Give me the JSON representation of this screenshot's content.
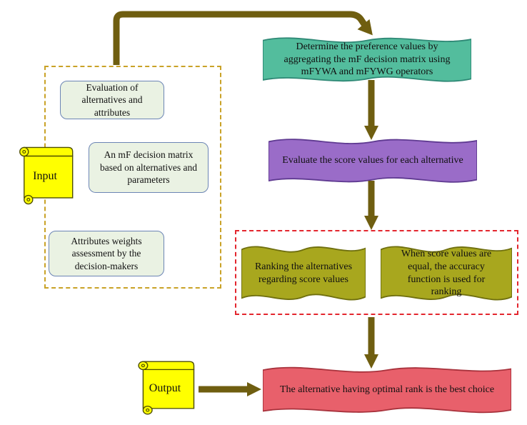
{
  "colors": {
    "teal_fill": "#53BD9D",
    "teal_stroke": "#2E8875",
    "purple_fill": "#9A6CC8",
    "purple_stroke": "#5F3A91",
    "olive_fill": "#A8A71E",
    "olive_stroke": "#6F6F0E",
    "red_fill": "#E8606B",
    "red_stroke": "#A8323C",
    "green_fill": "#EAF2E3",
    "green_stroke": "#6C85B5",
    "yellow_fill": "#FFFF00",
    "yellow_stroke": "#4D4D00",
    "arrow": "#6F5E10",
    "dashed_olive": "#C9A227",
    "dashed_red": "#E3262E",
    "text": "#111111"
  },
  "nodes": {
    "determine": "Determine the preference values by aggregating the mF decision matrix using mFYWA and mFYWG operators",
    "evaluate_score": "Evaluate the score values for each alternative",
    "ranking": "Ranking the alternatives regarding score values",
    "accuracy": "When score values are equal, the accuracy function is used for ranking",
    "best_choice": "The alternative having optimal rank is the best choice",
    "evaluation": "Evaluation of alternatives and attributes",
    "decision_matrix": "An mF decision matrix based on alternatives and parameters",
    "weights": "Attributes weights assessment by the decision-makers",
    "input": "Input",
    "output": "Output"
  }
}
